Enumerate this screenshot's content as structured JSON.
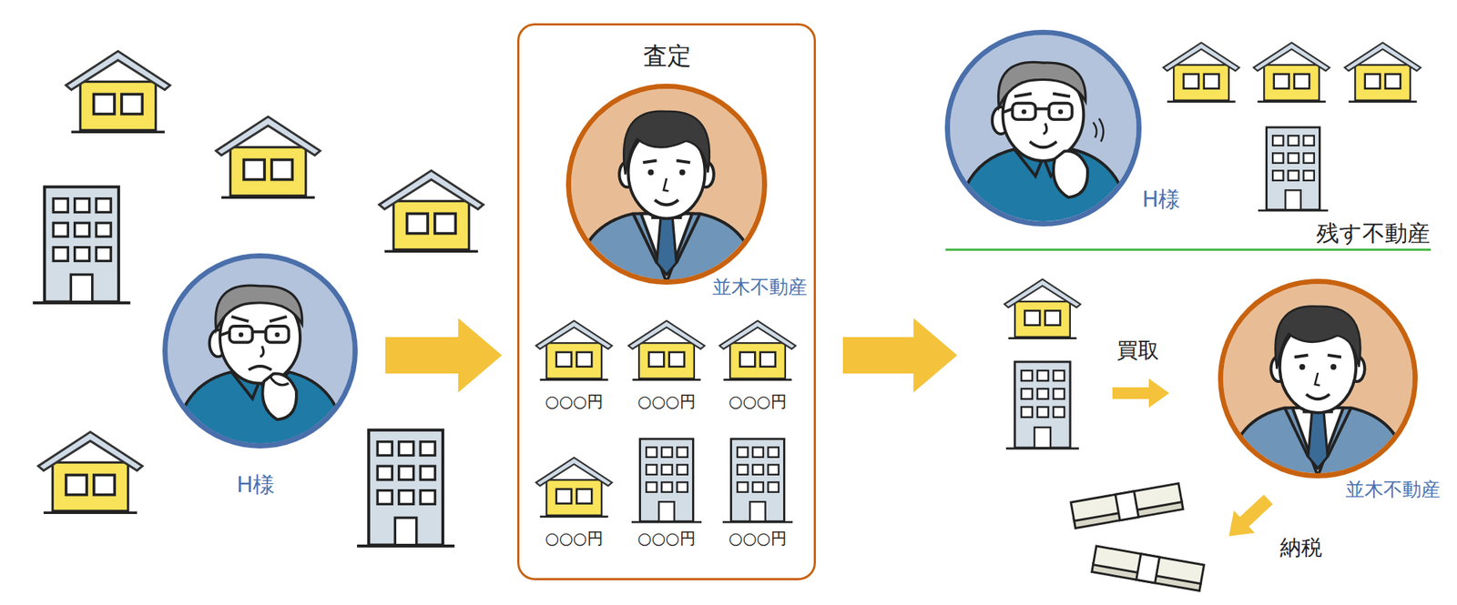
{
  "diagram": {
    "nodes": [
      {
        "text": [
          "H様"
        ]
      },
      {
        "text": [
          "査定"
        ]
      },
      {
        "text": [
          "並木不動産"
        ],
        "in": 1
      },
      {
        "text": [
          "H様"
        ]
      },
      {
        "text": [
          "並木不動産"
        ]
      }
    ],
    "edges": [
      {
        "from": 0,
        "to": 1,
        "arrow": "to"
      }
    ],
    "labels": [
      "○○○円",
      "○○○円",
      "○○○円",
      "○○○円",
      "○○○円",
      "○○○円",
      "残す不動産",
      "買取",
      "納税"
    ]
  }
}
